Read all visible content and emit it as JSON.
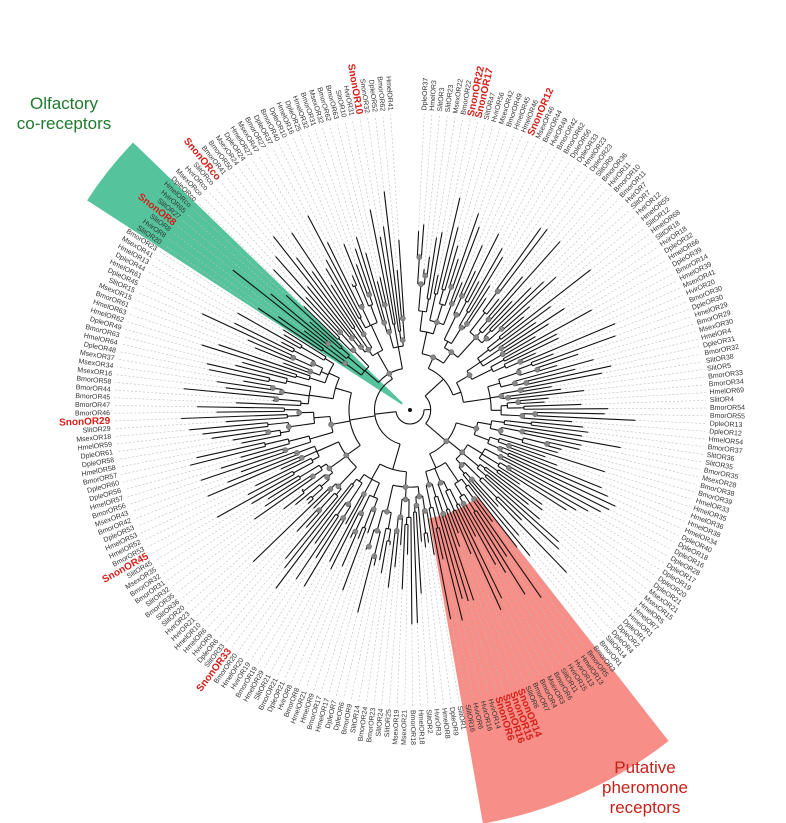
{
  "colors": {
    "orco_clade_fill": "#37b98a",
    "pheromone_clade_fill": "#f67a72",
    "orco_label_text": "#1e7a2c",
    "pheromone_label_text": "#c8201a",
    "highlight_leaf_text": "#d4201a",
    "leaf_text": "#333333",
    "branch": "#111111",
    "guide_line": "#bdbdbd",
    "node_marker": "#888888"
  },
  "clade_labels": {
    "orco": {
      "line1": "Olfactory",
      "line2": "co-receptors"
    },
    "pheromone": {
      "line1": "Putative",
      "line2": "pheromone",
      "line3": "receptors"
    }
  },
  "highlighted_leaves": [
    "SnonOR10",
    "SnonOR22",
    "SnonOR17",
    "SnonOR12",
    "SnonORco",
    "SnonOR8",
    "SnonOR29",
    "SnonOR45",
    "SnonOR33",
    "SnonOR16",
    "SnonOR6",
    "SnonOR14",
    "SnonOR15"
  ],
  "leaves": [
    "DpleOR37",
    "HmelOR3",
    "SlitOR3",
    "SlitOR23",
    "MsexOR22",
    "BmorOR22",
    "SnonOR22",
    "SnonOR17",
    "SlitOR47",
    "HvirOR56",
    "MsexOR42",
    "BmorOR49",
    "HmelOR45",
    "HmelOR46",
    "SnonOR12",
    "MsexOR46",
    "BmorOR44",
    "HvirOR49",
    "BmorOR42",
    "BmorOR62",
    "DpleOR56",
    "DpleOR33",
    "HmelOR23",
    "DpleOR23",
    "SlitOR9",
    "BmorOR36",
    "HvirOR11",
    "BmorOR10",
    "BmorOR11",
    "HvirOR7",
    "SlitOR7",
    "HvirOR12",
    "HmelOR55",
    "SlitOR12",
    "HmelOR68",
    "SlitOR18",
    "HvirOR18",
    "DpleOR32",
    "HmelOR66",
    "DpleOR39",
    "BmorOR14",
    "HmelOR39",
    "MsexOR41",
    "HvirOR20",
    "BmorOR30",
    "DpleOR30",
    "HmelOR29",
    "BmorOR29",
    "MsexOR30",
    "HmelOR4",
    "DpleOR31",
    "BmorOR32",
    "SlitOR38",
    "SlitOR5",
    "BmorOR33",
    "BmorOR34",
    "HmelOR69",
    "SlitOR4",
    "BmorOR54",
    "BmorOR55",
    "DpleOR13",
    "DpleOR12",
    "HmelOR54",
    "BmorOR37",
    "SlitOR36",
    "SlitOR35",
    "BmorOR35",
    "MsexOR28",
    "BmorOR38",
    "BmorOR39",
    "HmelOR33",
    "HmelOR35",
    "HmelOR36",
    "HmelOR38",
    "HmelOR34",
    "DpleOR40",
    "DpleOR18",
    "DpleOR16",
    "DpleOR28",
    "DpleOR17",
    "DpleOR19",
    "DpleOR20",
    "DpleOR21",
    "MsexOR21",
    "MsexOR15",
    "HmelOR5",
    "HmelOR7",
    "HmelOR1",
    "DpleOR1",
    "DpleOR2",
    "DpleOR4",
    "SlitOR14",
    "BmorOR1",
    "BmorOR3",
    "BmorOR5",
    "HmelOR13",
    "HvirOR13",
    "HvirOR15",
    "SlitOR11",
    "BmorOR6",
    "MsexOR3",
    "BmorOR4",
    "BmorOR7",
    "SlitOR6",
    "SnonOR14",
    "SnonOR15",
    "SnonOR16",
    "SnonOR6",
    "HvirOR14",
    "HvirOR16",
    "HvirOR6",
    "SlitOR16",
    "SlitOR1",
    "DpleOR9",
    "HmelOR8",
    "HvirOR3",
    "SlitOR2",
    "HmelOR18",
    "BmorOR18",
    "MsexOR21",
    "MsexOR19",
    "SlitOR25",
    "SlitOR24",
    "BmorOR23",
    "BmorOR24",
    "SlitOR14",
    "BmorOR9",
    "DpleOR6",
    "DpleOR7",
    "HmelOR17",
    "BmorOR17",
    "HmelOR9",
    "HmelOR21",
    "BmorOR8",
    "HvirOR8",
    "DpleOR21",
    "BmorOR21",
    "SlitOR21",
    "HmelOR29",
    "BmorOR19",
    "HvirOR19",
    "HmelOR20",
    "BmorOR20",
    "SnonOR33",
    "SlitOR33",
    "DpleOR6",
    "HvirOR9",
    "HmelOR6",
    "HmelOR10",
    "HvirOR21",
    "HvirOR23",
    "SlitOR20",
    "SlitOR36",
    "BmorOR35",
    "SlitOR32",
    "BmorOR31",
    "BmorOR32",
    "MsexOR35",
    "SlitOR45",
    "SnonOR45",
    "BmorOR53",
    "HmelOR52",
    "HmelOR53",
    "DpleOR53",
    "BmorOR42",
    "MsexOR43",
    "BmorOR56",
    "HmelOR57",
    "DpleOR56",
    "DpleOR60",
    "BmorOR57",
    "HmelOR58",
    "DpleOR58",
    "DpleOR61",
    "HmelOR59",
    "MsexOR18",
    "SlitOR29",
    "SnonOR29",
    "BmorOR46",
    "BmorOR47",
    "BmorOR45",
    "BmorOR44",
    "BmorOR58",
    "MsexOR16",
    "MsexOR34",
    "MsexOR37",
    "DpleOR48",
    "HmelOR64",
    "BmorOR63",
    "DpleOR49",
    "HmelOR62",
    "HmelOR63",
    "BmorOR61",
    "MsexOR15",
    "SlitOR15",
    "DpleOR45",
    "HmelOR61",
    "DpleOR44",
    "HmelOR13",
    "MsexOR41",
    "BmorOR23",
    "SlitOR20",
    "HvirOR8",
    "SlitOR8",
    "SnonOR8",
    "SlitOR27",
    "HvirOR65",
    "HmelORco",
    "DpleORco",
    "MsexORco",
    "HvirORco",
    "SlitORco",
    "SnonORco",
    "BmorOR41",
    "BmorOR50",
    "MsexOR24",
    "DpleOR24",
    "HmelOR27",
    "MsexOR47",
    "BmorOR27",
    "DpleOR37",
    "BmorOR40",
    "DpleOR10",
    "HmelOR16",
    "DpleOR25",
    "HmelOR32",
    "BmorOR31",
    "MsexOR32",
    "BmorOR62",
    "BmorOR63",
    "SlitOR10",
    "HvirOR31",
    "SnonOR10",
    "SnonOR32",
    "DpleOR52",
    "BmorOR62",
    "HmelOR41"
  ]
}
